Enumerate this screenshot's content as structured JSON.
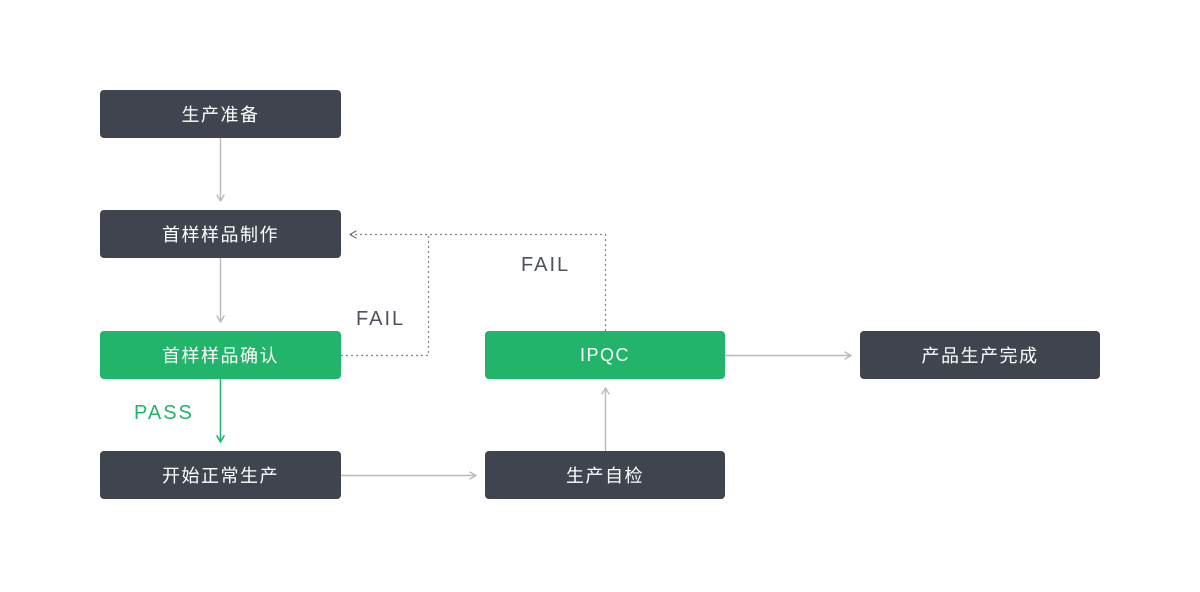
{
  "diagram": {
    "nodes": [
      {
        "label": "生产准备",
        "variant": "dark"
      },
      {
        "label": "首样样品制作",
        "variant": "dark"
      },
      {
        "label": "首样样品确认",
        "variant": "green"
      },
      {
        "label": "开始正常生产",
        "variant": "dark"
      },
      {
        "label": "生产自检",
        "variant": "dark"
      },
      {
        "label": "IPQC",
        "variant": "green"
      },
      {
        "label": "产品生产完成",
        "variant": "dark"
      }
    ],
    "edge_labels": [
      {
        "text": "FAIL"
      },
      {
        "text": "FAIL"
      },
      {
        "text": "PASS"
      }
    ],
    "colors": {
      "node_dark": "#3f444e",
      "node_green": "#21b46a",
      "node_text": "#ffffff",
      "connector_gray": "#b7bbc1",
      "connector_dotted": "#7e848d",
      "fail_text": "#4d535c",
      "pass_text": "#21b46a",
      "background": "#ffffff"
    }
  }
}
